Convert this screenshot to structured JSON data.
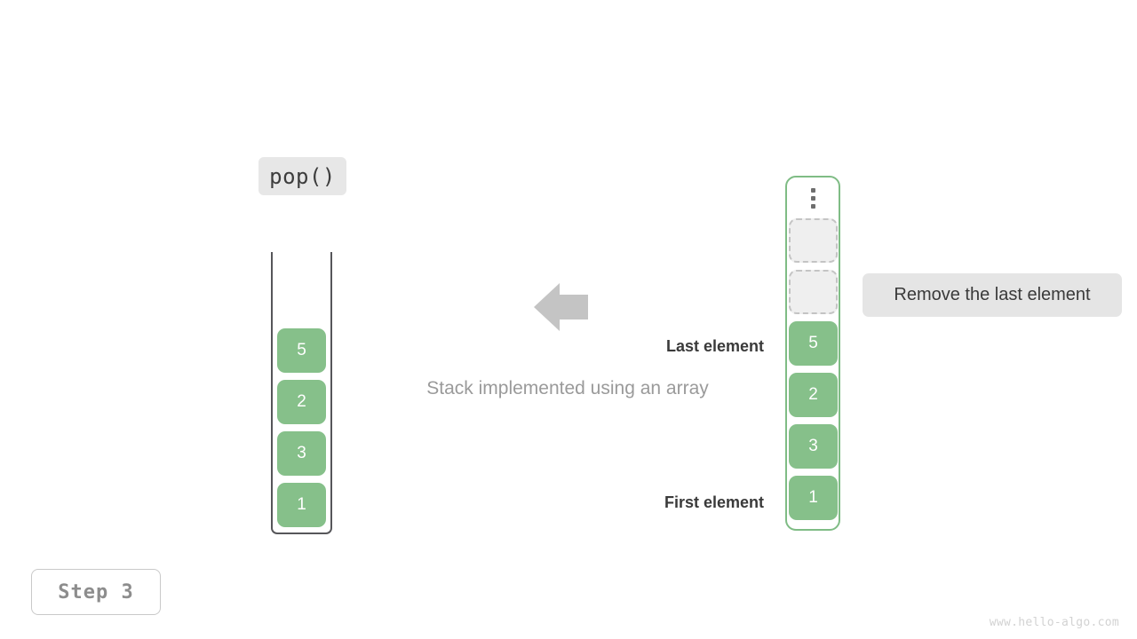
{
  "operation": {
    "label": "pop()"
  },
  "left_stack": {
    "name": "stack-container",
    "cells": [
      {
        "value": "5",
        "state": "filled"
      },
      {
        "value": "2",
        "state": "filled"
      },
      {
        "value": "3",
        "state": "filled"
      },
      {
        "value": "1",
        "state": "filled"
      }
    ]
  },
  "arrow": {
    "icon": "arrow-left-icon",
    "direction": "left",
    "color": "#c4c4c4"
  },
  "caption": {
    "text": "Stack implemented using an array"
  },
  "right_array": {
    "name": "array-container",
    "ellipsis_icon": "vertical-ellipsis-icon",
    "labels": {
      "last": "Last element",
      "first": "First element"
    },
    "cells": [
      {
        "value": "",
        "state": "empty"
      },
      {
        "value": "",
        "state": "empty"
      },
      {
        "value": "5",
        "state": "filled"
      },
      {
        "value": "2",
        "state": "filled"
      },
      {
        "value": "3",
        "state": "filled"
      },
      {
        "value": "1",
        "state": "filled"
      }
    ]
  },
  "annotation": {
    "text": "Remove the last element"
  },
  "step": {
    "label": "Step 3"
  },
  "watermark": {
    "text": "www.hello-algo.com"
  },
  "colors": {
    "cell_fill": "#86c08a",
    "cell_empty_fill": "#efefef",
    "cell_empty_border": "#c4c4c4",
    "array_border": "#7fbc85",
    "stack_border": "#56565a",
    "badge_bg": "#e7e7e7",
    "annotation_bg": "#e5e5e5",
    "caption_text": "#9a9a9a",
    "label_text": "#3a3a3a"
  }
}
